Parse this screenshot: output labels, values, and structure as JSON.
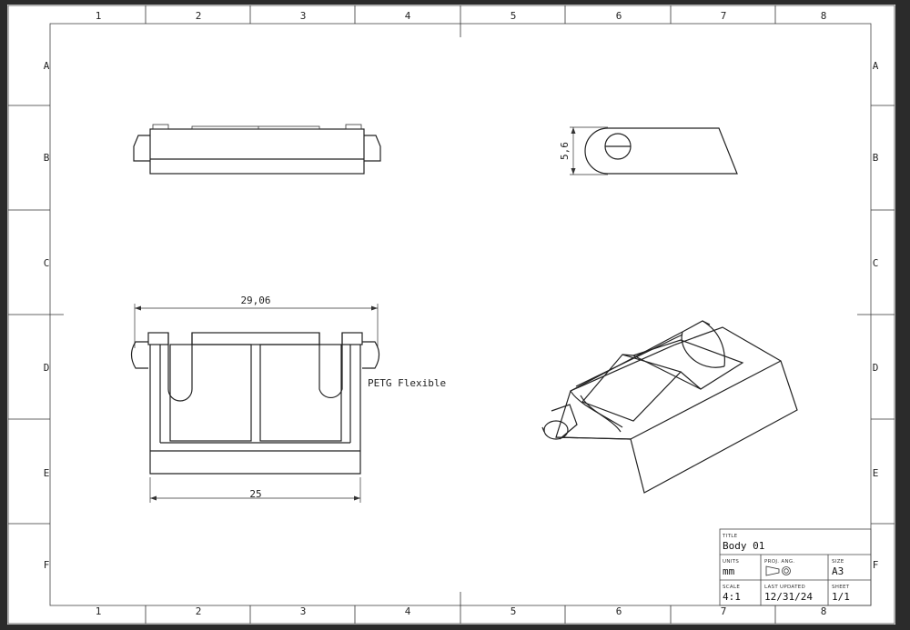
{
  "zones": {
    "columns": [
      "1",
      "2",
      "3",
      "4",
      "5",
      "6",
      "7",
      "8"
    ],
    "rows": [
      "A",
      "B",
      "C",
      "D",
      "E",
      "F"
    ]
  },
  "dimensions": {
    "side_height": "5,6",
    "overall_width": "29,06",
    "body_width": "25"
  },
  "note": "PETG Flexible",
  "title_block": {
    "title_label": "TITLE",
    "title": "Body 01",
    "units_label": "UNITS",
    "units": "mm",
    "proj_label": "PROJ. ANG.",
    "size_label": "SIZE",
    "size": "A3",
    "scale_label": "SCALE",
    "scale": "4:1",
    "updated_label": "LAST UPDATED",
    "updated": "12/31/24",
    "sheet_label": "SHEET",
    "sheet": "1/1"
  }
}
